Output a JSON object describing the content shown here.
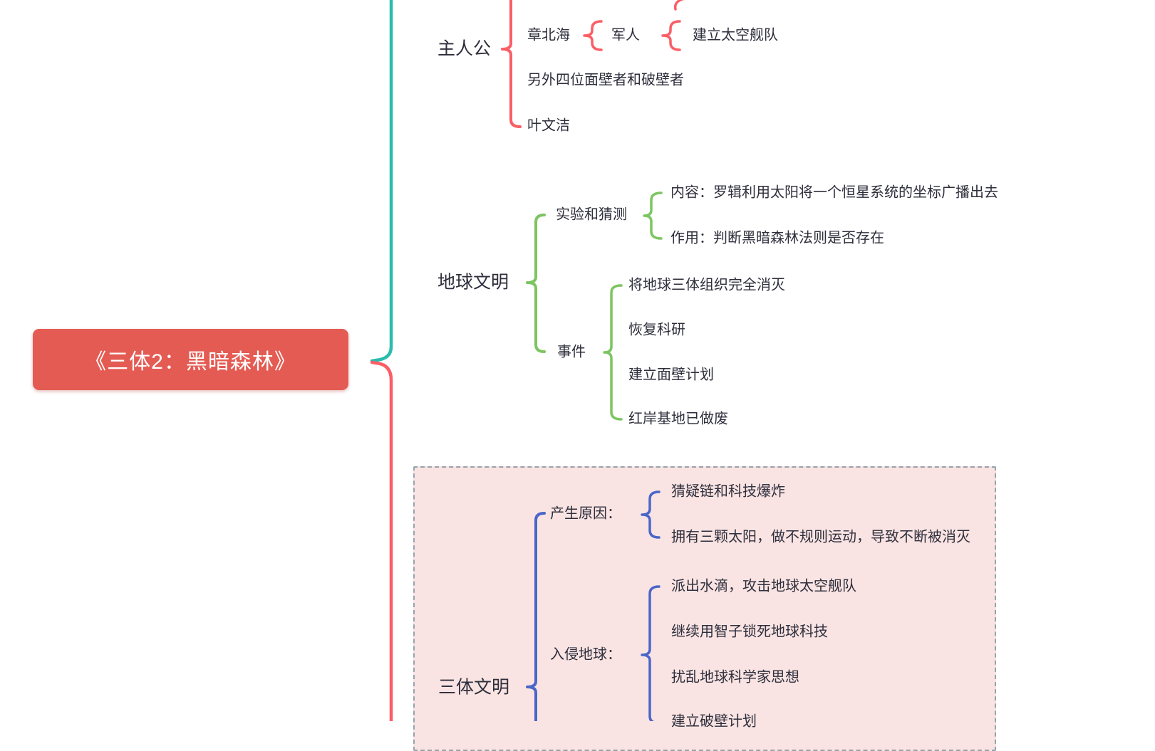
{
  "root_label": "《三体2：黑暗森林》",
  "protagonists": {
    "label": "主人公",
    "zhang_beihai": "章北海",
    "soldier": "军人",
    "build_space_fleet": "建立太空舰队",
    "other_wallfacers": "另外四位面壁者和破壁者",
    "ye_wenjie": "叶文洁"
  },
  "earth_civilization": {
    "label": "地球文明",
    "experiment": {
      "label": "实验和猜测",
      "content": "内容：罗辑利用太阳将一个恒星系统的坐标广播出去",
      "purpose": "作用：判断黑暗森林法则是否存在"
    },
    "events": {
      "label": "事件",
      "items": [
        "将地球三体组织完全消灭",
        "恢复科研",
        "建立面壁计划",
        "红岸基地已做废"
      ]
    }
  },
  "trisolaran_civilization": {
    "label": "三体文明",
    "causes": {
      "label": "产生原因：",
      "items": [
        "猜疑链和科技爆炸",
        "拥有三颗太阳，做不规则运动，导致不断被消灭"
      ]
    },
    "invasion": {
      "label": "入侵地球：",
      "items": [
        "派出水滴，攻击地球太空舰队",
        "继续用智子锁死地球科技",
        "扰乱地球科学家思想",
        "建立破壁计划"
      ]
    }
  },
  "colors": {
    "root_node_fill": "#e45b53",
    "red_branch": "#fa5e66",
    "teal_branch": "#2bbcae",
    "green_branch": "#7dc562",
    "blue_branch": "#4a66c8",
    "text": "#2e2e3c",
    "highlight_box_bg": "#f9e4e3",
    "highlight_box_border": "#98a2ab"
  }
}
